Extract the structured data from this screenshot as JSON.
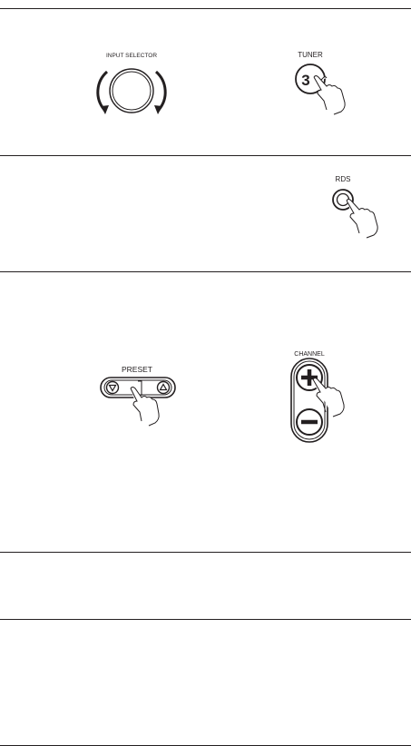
{
  "figures": {
    "input_selector": {
      "label": "INPUT SELECTOR"
    },
    "tuner": {
      "label": "TUNER",
      "key_number": "3"
    },
    "rds": {
      "label": "RDS"
    },
    "preset": {
      "label": "PRESET"
    },
    "channel": {
      "label": "CHANNEL"
    }
  },
  "colors": {
    "ink": "#231f20",
    "paper": "#ffffff"
  },
  "icons": [
    "rotate-arrow-left-icon",
    "rotate-arrow-right-icon",
    "pointing-hand-icon",
    "down-triangle-icon",
    "up-triangle-icon",
    "plus-icon",
    "minus-icon"
  ]
}
